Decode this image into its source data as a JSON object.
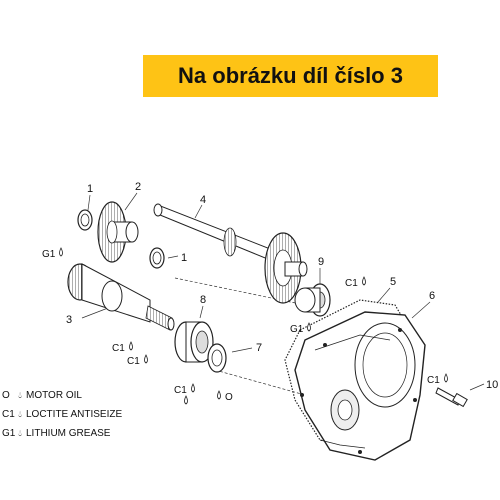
{
  "banner": {
    "text": "Na obrázku díl číslo 3",
    "color": "#fec315"
  },
  "part_numbers": [
    "1",
    "2",
    "4",
    "1",
    "9",
    "5",
    "6",
    "3",
    "8",
    "7",
    "10"
  ],
  "symbol_labels": {
    "g1_a": "G1",
    "g1_b": "G1",
    "c1_a": "C1",
    "c1_b": "C1",
    "c1_c": "C1",
    "c1_d": "C1",
    "c1_e": "C1",
    "o_a": "O"
  },
  "legend": [
    {
      "code": "O",
      "text": "MOTOR OIL"
    },
    {
      "code": "C1",
      "text": "LOCTITE ANTISEIZE"
    },
    {
      "code": "G1",
      "text": "LITHIUM GREASE"
    }
  ],
  "icons": {
    "drop": "drop-icon"
  }
}
